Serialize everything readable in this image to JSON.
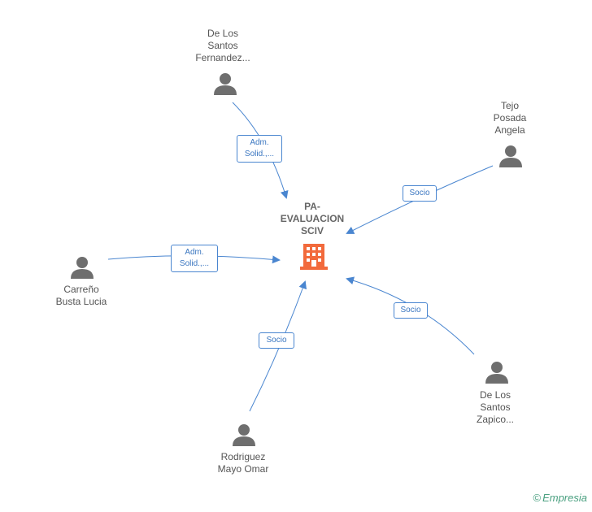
{
  "center": {
    "label_lines": [
      "PA-",
      "EVALUACION",
      "SCIV"
    ],
    "color": "#f26a3c"
  },
  "people": [
    {
      "id": "de-los-santos-fernandez",
      "lines": [
        "De Los",
        "Santos",
        "Fernandez..."
      ]
    },
    {
      "id": "tejo-posada-angela",
      "lines": [
        "Tejo",
        "Posada",
        "Angela"
      ]
    },
    {
      "id": "carreno-busta-lucia",
      "lines": [
        "Carreño",
        "Busta Lucia"
      ]
    },
    {
      "id": "rodriguez-mayo-omar",
      "lines": [
        "Rodriguez",
        "Mayo Omar"
      ]
    },
    {
      "id": "de-los-santos-zapico",
      "lines": [
        "De Los",
        "Santos",
        "Zapico..."
      ]
    }
  ],
  "edges": [
    {
      "from": "de-los-santos-fernandez",
      "label_lines": [
        "Adm.",
        "Solid.,..."
      ]
    },
    {
      "from": "tejo-posada-angela",
      "label_lines": [
        "Socio"
      ]
    },
    {
      "from": "carreno-busta-lucia",
      "label_lines": [
        "Adm.",
        "Solid.,..."
      ]
    },
    {
      "from": "rodriguez-mayo-omar",
      "label_lines": [
        "Socio"
      ]
    },
    {
      "from": "de-los-santos-zapico",
      "label_lines": [
        "Socio"
      ]
    }
  ],
  "colors": {
    "edge": "#4a86d0",
    "person": "#6e6e6e"
  },
  "footer": {
    "copyright": "©",
    "brand": "Empresia"
  }
}
